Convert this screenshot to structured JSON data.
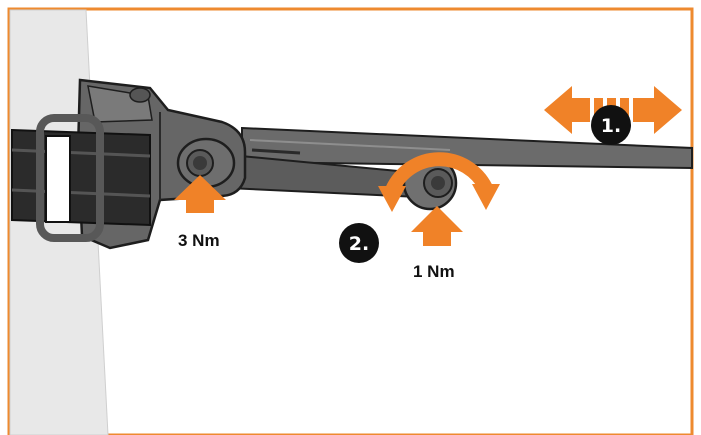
{
  "colors": {
    "frame": "#ee8a2f",
    "arrow": "#f08228",
    "metal": "#6b6b6b",
    "metal_dark": "#3f3f3f",
    "metal_outline": "#1e1e1e",
    "wall": "#e8e8e8",
    "strap": "#2b2b2b",
    "badge": "#111111"
  },
  "labels": {
    "torque_buckle": "3 Nm",
    "torque_arm": "1 Nm"
  },
  "steps": {
    "step1": "1.",
    "step2": "2."
  },
  "icons": {
    "double_arrow": "left-right-arrow-icon",
    "rotate": "rotate-arrows-icon",
    "push_arrow": "up-arrow-icon"
  }
}
